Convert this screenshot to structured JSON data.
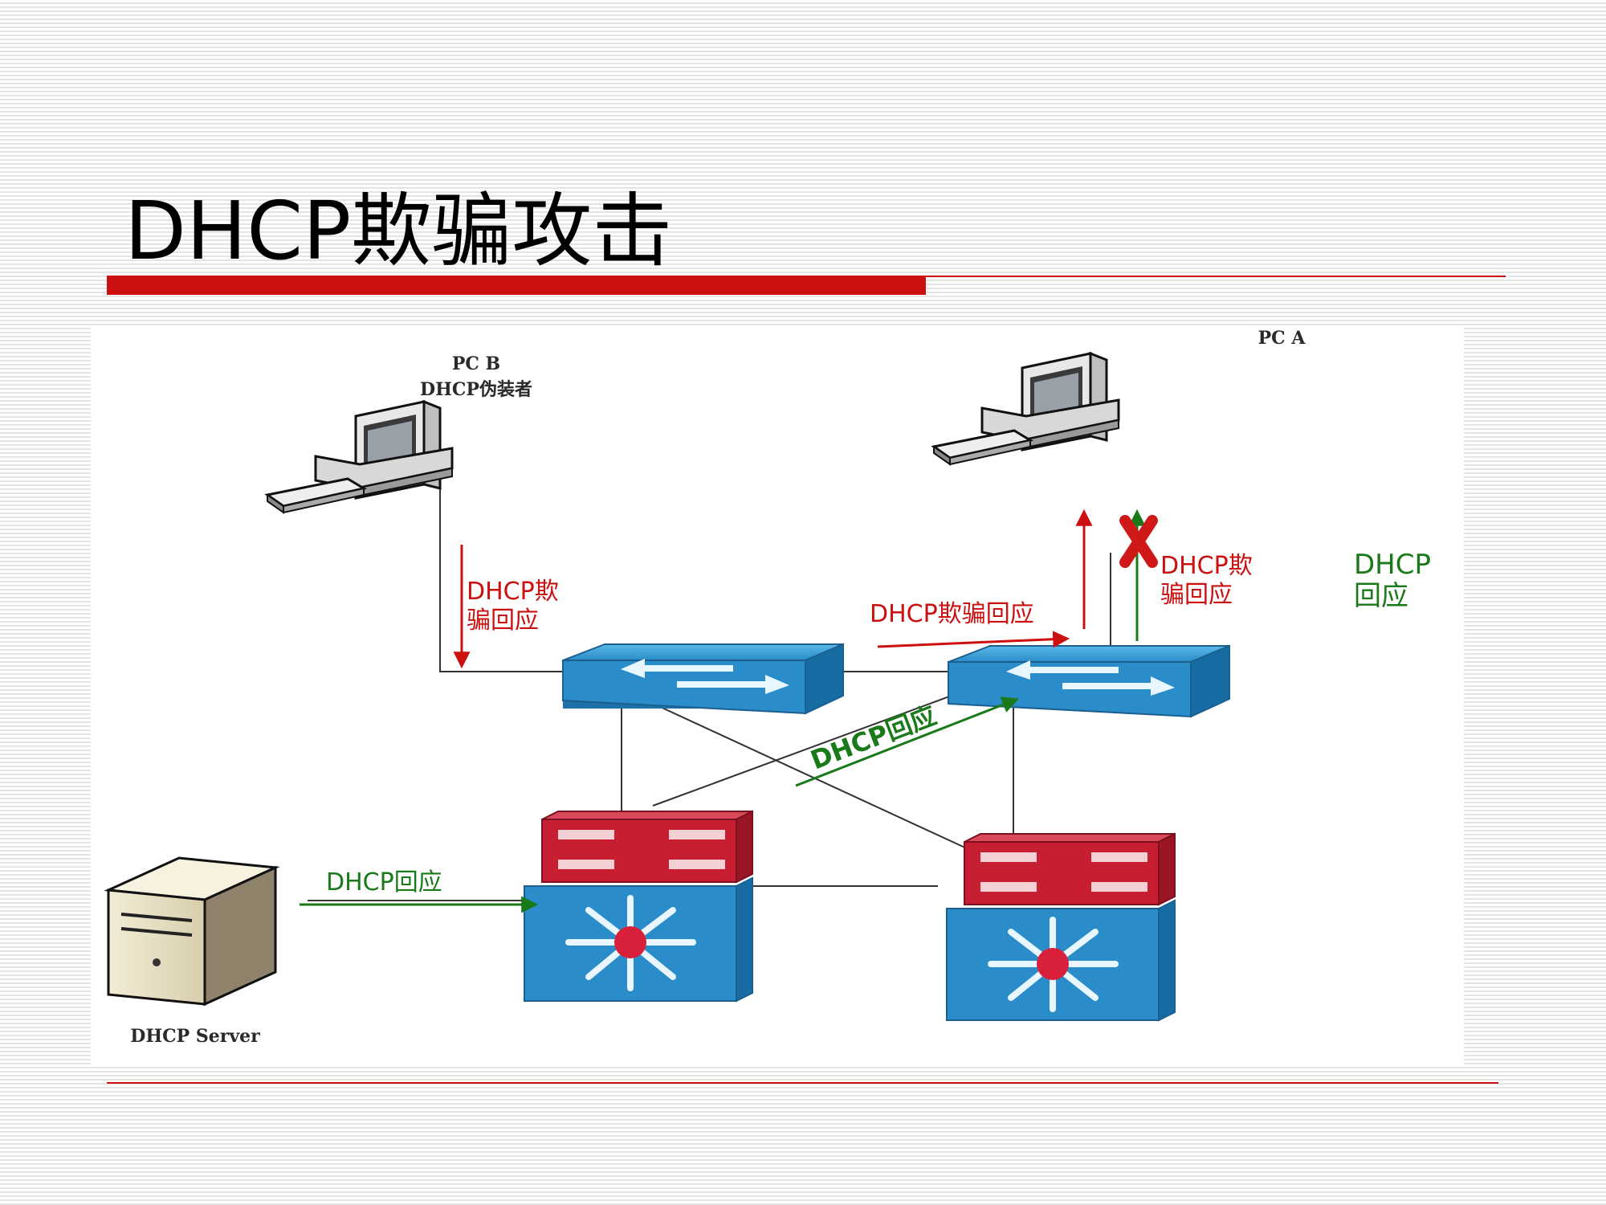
{
  "slide": {
    "title": "DHCP欺骗攻击"
  },
  "diagram": {
    "pc_b": {
      "name": "PC B",
      "role": "DHCP伪装者"
    },
    "pc_a": {
      "name": "PC A"
    },
    "server": {
      "name": "DHCP Server"
    },
    "labels": {
      "spoof_reply_pcb_line1": "DHCP欺",
      "spoof_reply_pcb_line2": "骗回应",
      "spoof_reply_middle": "DHCP欺骗回应",
      "spoof_reply_pca_line1": "DHCP欺",
      "spoof_reply_pca_line2": "骗回应",
      "reply_diagonal": "DHCP回应",
      "reply_server": "DHCP回应",
      "reply_pca_line1": "DHCP",
      "reply_pca_line2": "回应"
    },
    "colors": {
      "spoof": "#cc1010",
      "legit": "#1a7a1a",
      "switch_blue": "#1e88c8",
      "core_red": "#c81e32"
    }
  }
}
